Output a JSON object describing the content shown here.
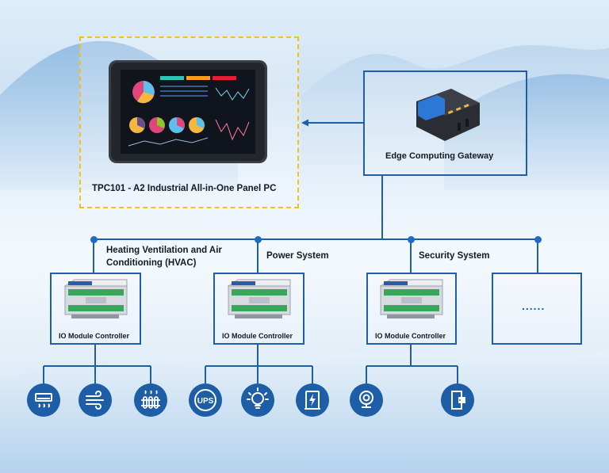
{
  "panel_pc": {
    "label": "TPC101 - A2 Industrial All-in-One Panel PC",
    "icon": "panel-pc-icon"
  },
  "gateway": {
    "label": "Edge Computing Gateway",
    "icon": "gateway-device-icon"
  },
  "systems": [
    {
      "label": "Heating Ventilation and Air Conditioning (HVAC)",
      "controller_label": "IO Module Controller",
      "devices": [
        "air-conditioner-icon",
        "ventilation-fan-icon",
        "heater-radiator-icon"
      ]
    },
    {
      "label": "Power System",
      "controller_label": "IO Module Controller",
      "devices": [
        "ups-icon",
        "lightbulb-icon",
        "power-cabinet-icon"
      ]
    },
    {
      "label": "Security System",
      "controller_label": "IO Module Controller",
      "devices": [
        "webcam-icon",
        "access-door-icon"
      ]
    }
  ],
  "more": {
    "text": "......"
  }
}
